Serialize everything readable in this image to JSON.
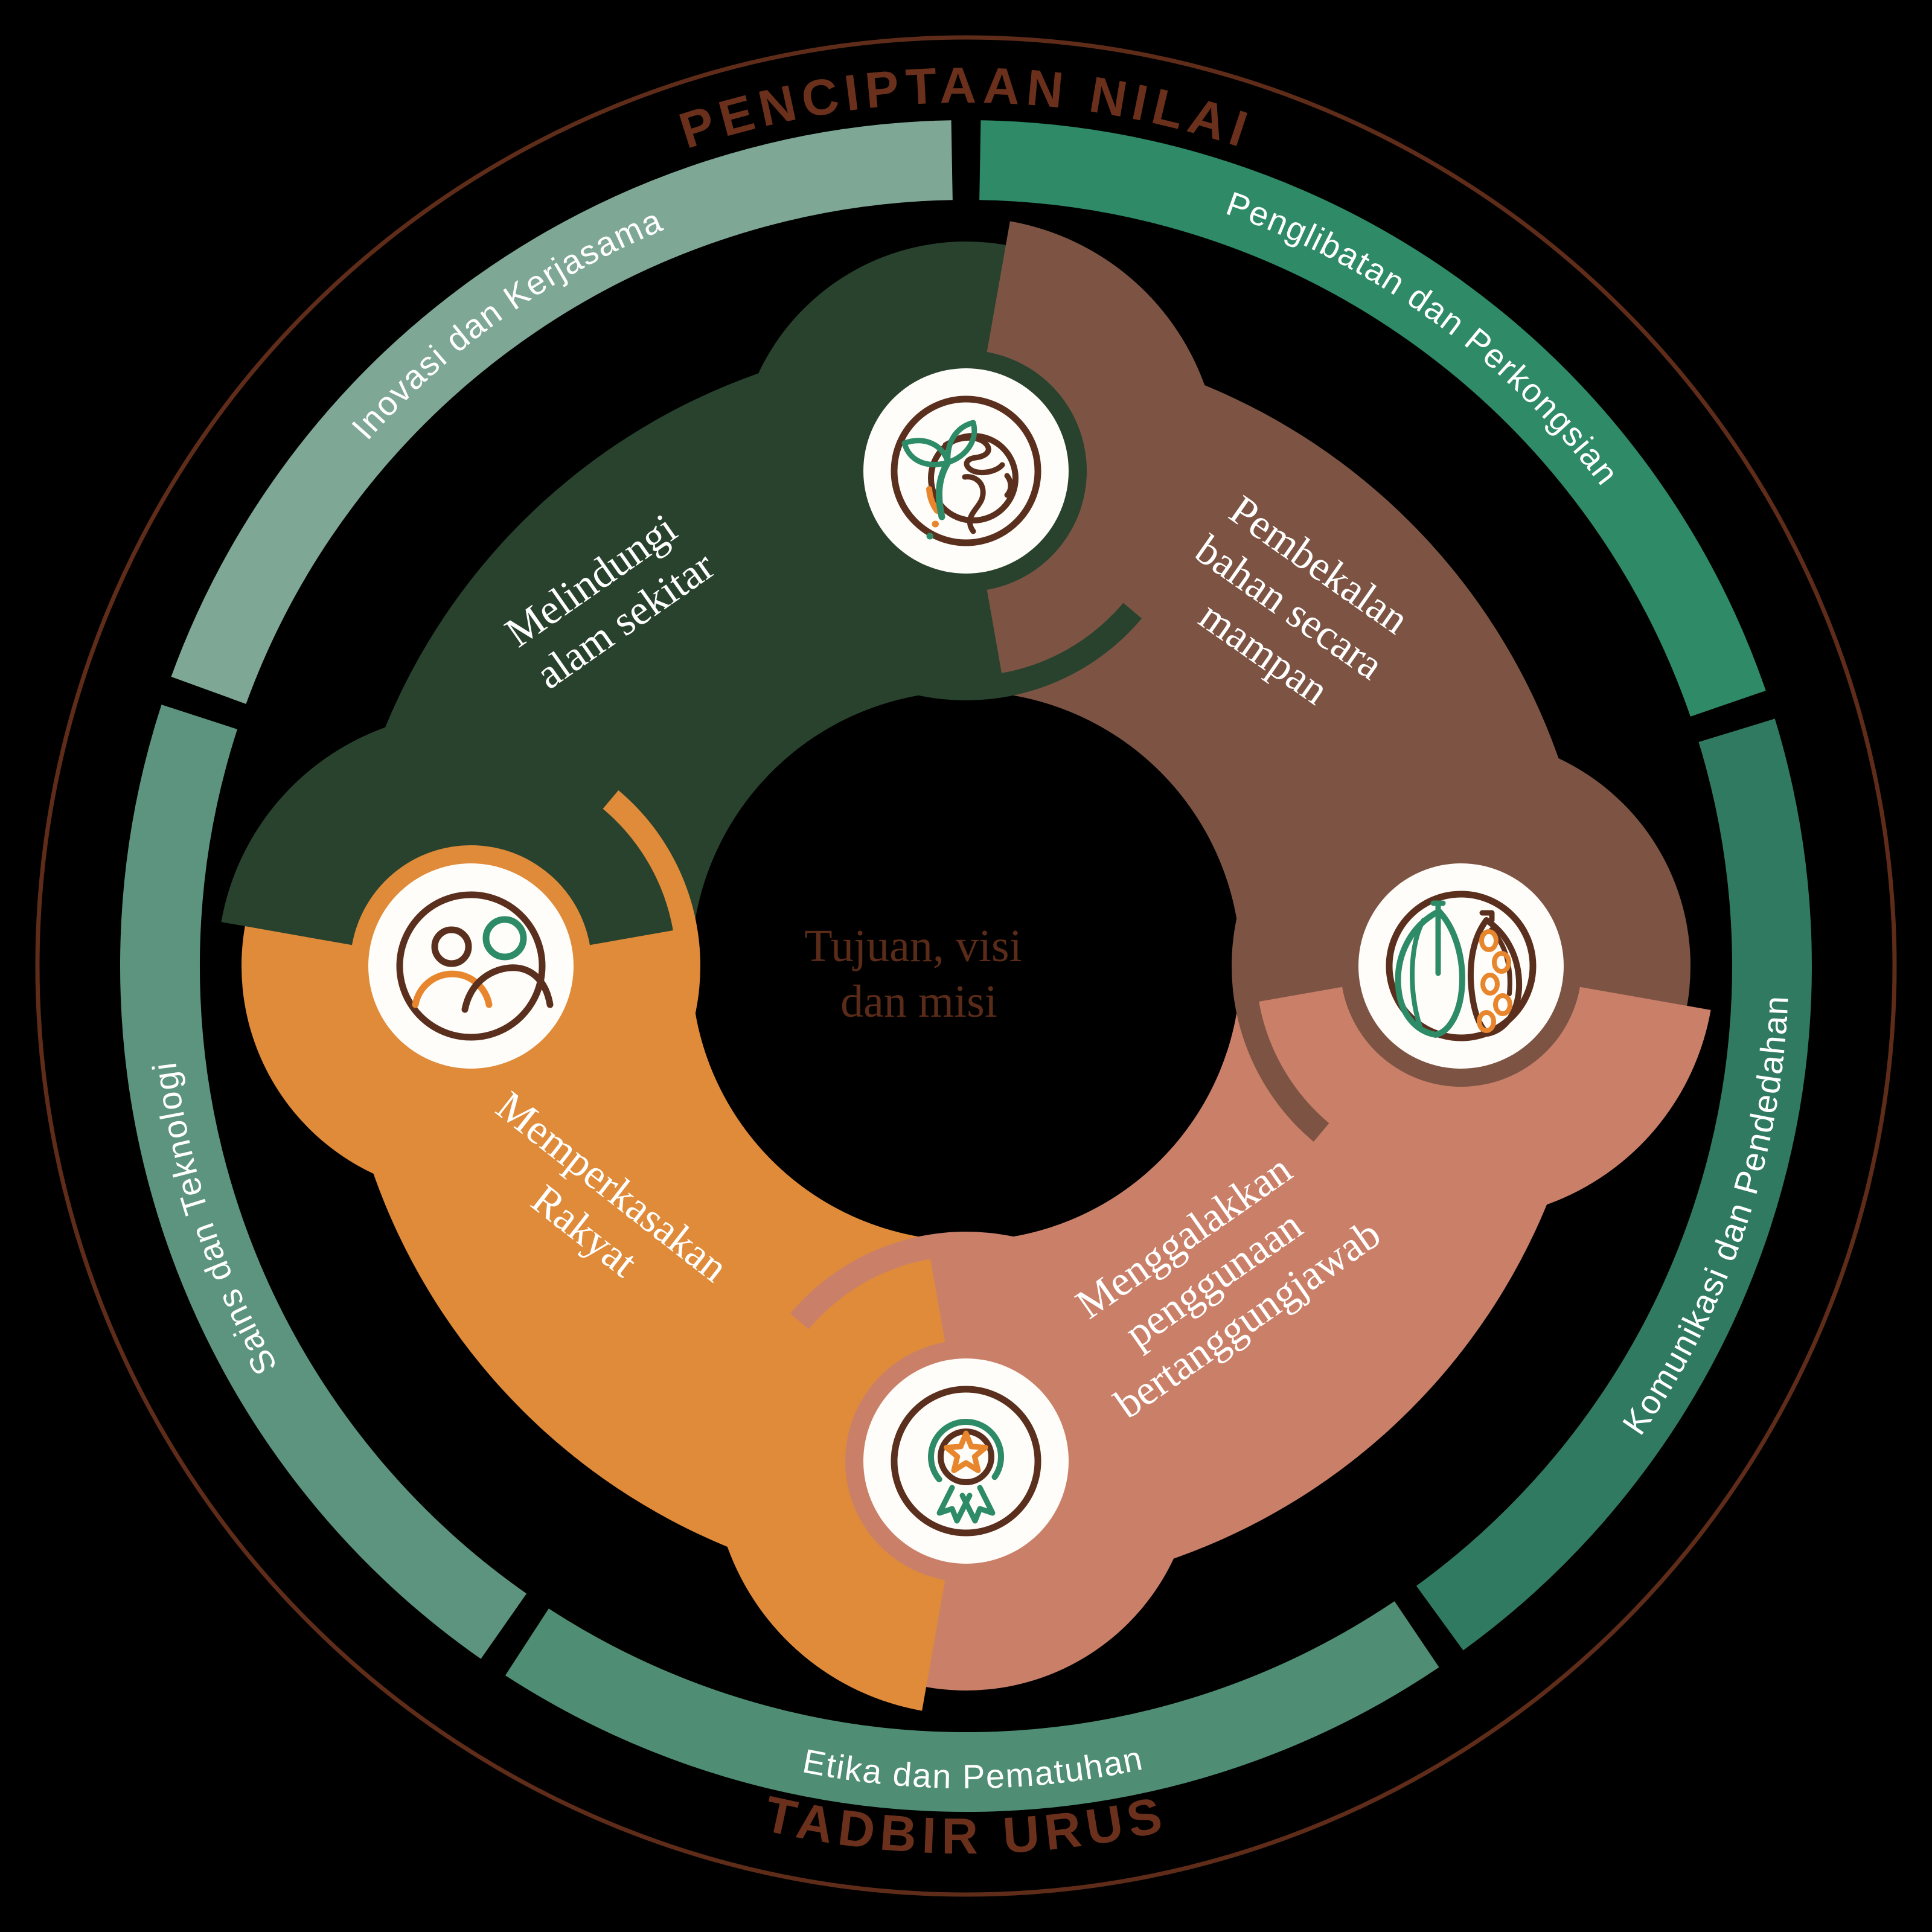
{
  "outer": {
    "top_label": "PENCIPTAAN NILAI",
    "bottom_label": "TADBIR URUS",
    "circle_color": "#5f2c19",
    "label_color": "#6a301c"
  },
  "governance_ring": {
    "text_color": "#ffffff",
    "segments": [
      {
        "id": "inovasi",
        "label": "Inovasi dan Kerjasama",
        "color": "#7ea795"
      },
      {
        "id": "penglibatan",
        "label": "Penglibatan dan Perkongsian",
        "color": "#2e8a67"
      },
      {
        "id": "komunikasi",
        "label": "Komunikasi dan Pendedahan",
        "color": "#307a61"
      },
      {
        "id": "etika",
        "label": "Etika dan Pematuhan",
        "color": "#4f8e74"
      },
      {
        "id": "sains",
        "label": "Sains dan Teknologi",
        "color": "#5c9480"
      }
    ]
  },
  "pillars": [
    {
      "id": "melindungi",
      "label": "Melindungi alam sekitar",
      "lines": [
        "Melindungi",
        "alam sekitar"
      ],
      "color": "#28422d",
      "icon": "globe-sprout-icon"
    },
    {
      "id": "pembekalan",
      "label": "Pembekalan bahan secara mampan",
      "lines": [
        "Pembekalan",
        "bahan secara",
        "mampan"
      ],
      "color": "#7d5444",
      "icon": "cocoa-pod-icon"
    },
    {
      "id": "menggalakkan",
      "label": "Menggalakkan penggunaan bertanggungjawab",
      "lines": [
        "Menggalakkan",
        "penggunaan",
        "bertanggungjawab"
      ],
      "color": "#ca8068",
      "icon": "award-medal-icon"
    },
    {
      "id": "memperkasakan",
      "label": "Memperkasakan Rakyat",
      "lines": [
        "Memperkasakan",
        "Rakyat"
      ],
      "color": "#df8b3a",
      "icon": "people-icon"
    }
  ],
  "center": {
    "label": "Tujuan, visi dan misi",
    "lines": [
      "Tujuan, visi",
      "dan misi"
    ],
    "text_color": "#5a2b18"
  },
  "icon_palette": {
    "brown": "#5b2f1e",
    "green": "#2e8b68",
    "orange": "#e8862e",
    "medallion_bg": "#ffffff"
  }
}
